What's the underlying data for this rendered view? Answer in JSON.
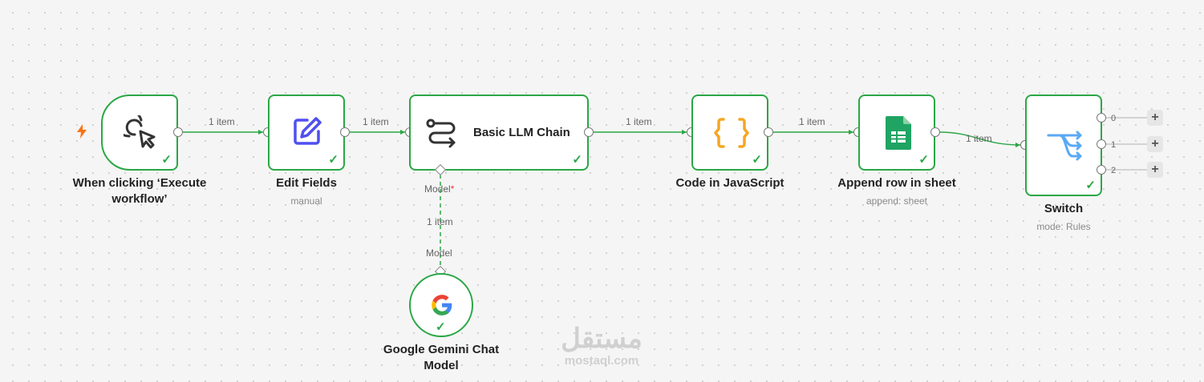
{
  "trigger": {
    "bolt_icon": "lightning-bolt-icon",
    "accent": "#f97316"
  },
  "nodes": {
    "manual_trigger": {
      "label": "When clicking ‘Execute workflow’",
      "icon": "cursor-click-icon"
    },
    "edit_fields": {
      "label": "Edit Fields",
      "sublabel": "manual",
      "icon": "pencil-edit-icon",
      "icon_color": "#4f4ff0"
    },
    "llm_chain": {
      "label": "Basic LLM Chain",
      "icon": "chain-route-icon",
      "model_port_label": "Model",
      "required_mark": "*"
    },
    "code": {
      "label": "Code in JavaScript",
      "icon": "curly-braces-icon",
      "icon_color": "#f5a623"
    },
    "sheets": {
      "label": "Append row in sheet",
      "sublabel": "append: sheet",
      "icon": "google-sheets-icon",
      "icon_color": "#1fa463"
    },
    "switch": {
      "label": "Switch",
      "sublabel": "mode: Rules",
      "icon": "branch-split-icon",
      "icon_color": "#5aa9f5",
      "outputs": [
        "0",
        "1",
        "2"
      ]
    },
    "gemini": {
      "label": "Google Gemini Chat Model",
      "icon": "google-g-icon",
      "model_port_label": "Model"
    }
  },
  "edges": {
    "trigger_to_edit": "1 item",
    "edit_to_chain": "1 item",
    "chain_to_code": "1 item",
    "code_to_sheets": "1 item",
    "sheets_to_switch": "1 item",
    "gemini_to_chain": "1 item"
  },
  "add_button_label": "+",
  "success_mark": "✓",
  "colors": {
    "success": "#2aa745",
    "edge": "#2aa745"
  },
  "watermark": {
    "arabic": "مستقل",
    "latin": "mostaql.com"
  }
}
